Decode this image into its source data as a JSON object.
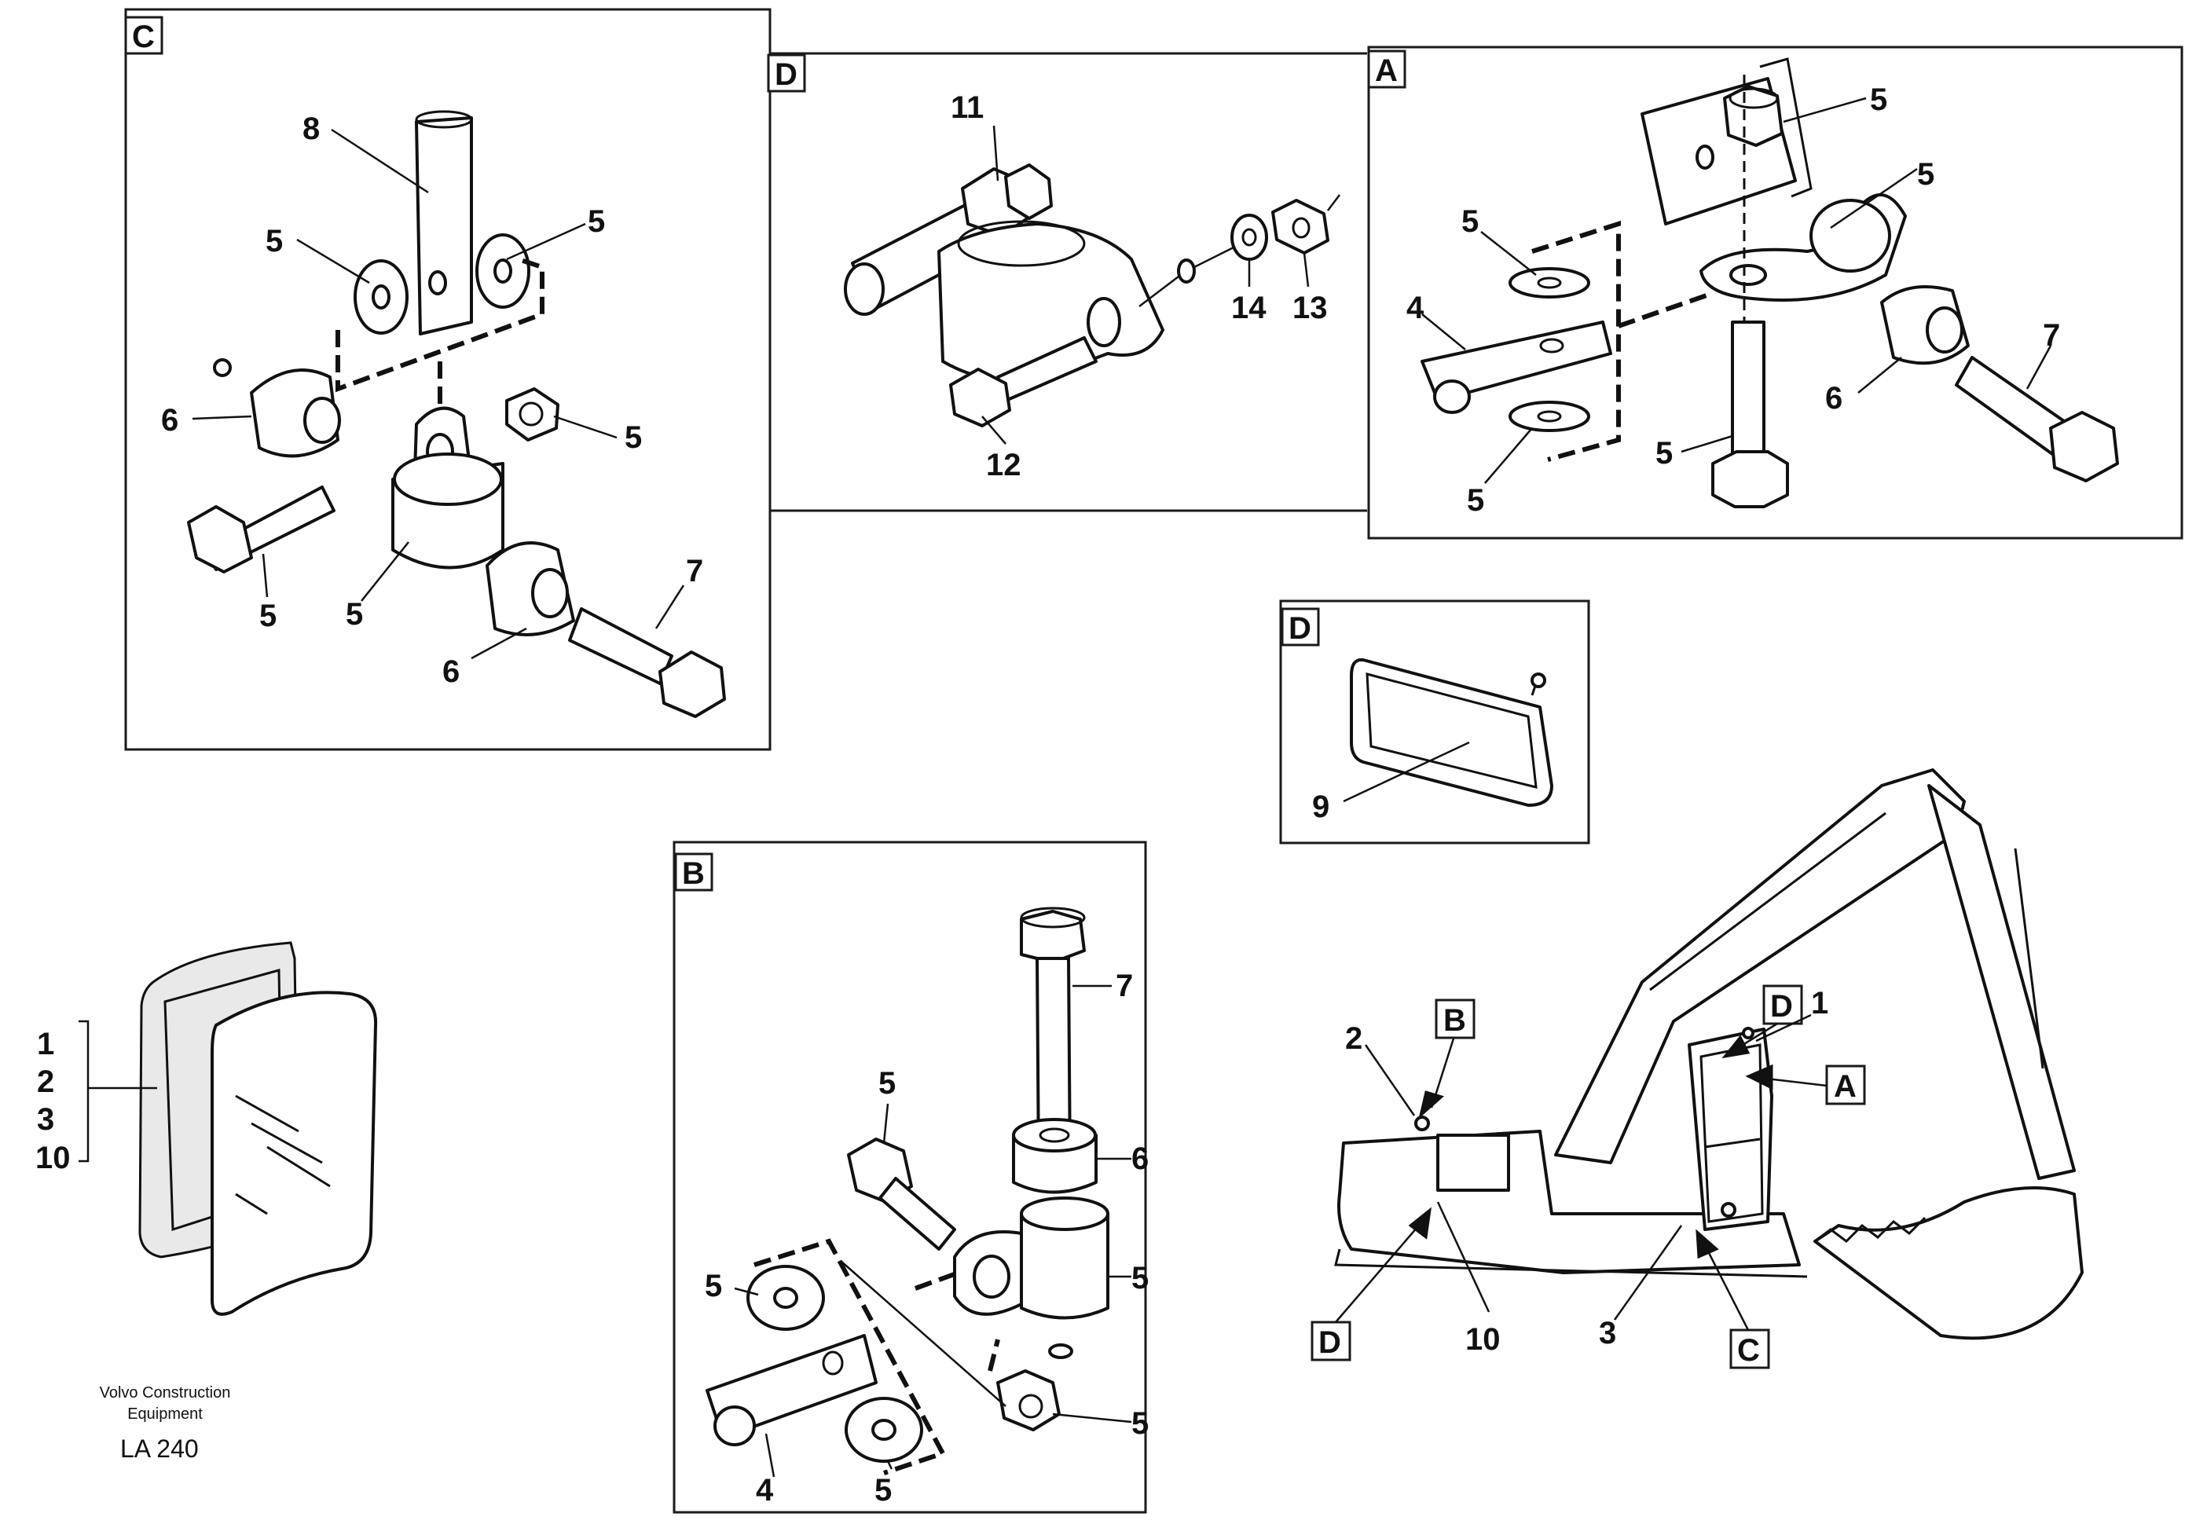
{
  "panels": {
    "C": {
      "tag": "C",
      "labels": [
        "8",
        "5",
        "5",
        "6",
        "5",
        "5",
        "5",
        "7",
        "6"
      ]
    },
    "D_top": {
      "tag": "D",
      "labels": [
        "11",
        "14",
        "13",
        "12"
      ]
    },
    "A": {
      "tag": "A",
      "labels": [
        "5",
        "5",
        "5",
        "4",
        "7",
        "6",
        "5",
        "5"
      ]
    },
    "D_mirror": {
      "tag": "D",
      "labels": [
        "9"
      ]
    },
    "B": {
      "tag": "B",
      "labels": [
        "7",
        "5",
        "6",
        "5",
        "5",
        "5",
        "4",
        "5"
      ]
    }
  },
  "mirror_assembly": {
    "labels": [
      "1",
      "2",
      "3",
      "10"
    ]
  },
  "overview": {
    "tags": [
      "B",
      "D",
      "A",
      "D",
      "C"
    ],
    "labels": [
      "2",
      "1",
      "10",
      "3"
    ]
  },
  "footer": {
    "company_line1": "Volvo Construction",
    "company_line2": "Equipment",
    "code": "LA 240"
  }
}
